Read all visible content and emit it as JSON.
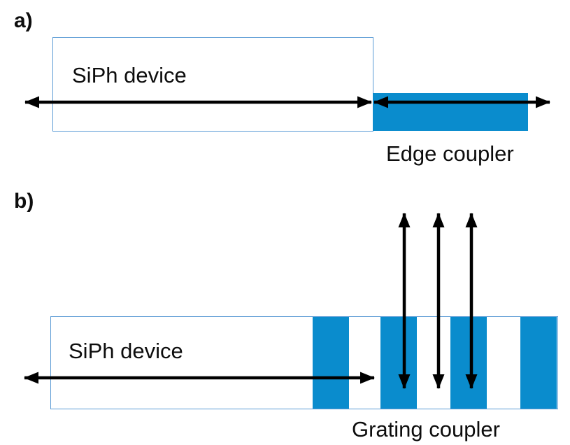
{
  "figure": {
    "panels": [
      {
        "id": "a",
        "label": "a)",
        "device_label": "SiPh device",
        "coupler_label": "Edge coupler",
        "coupling_direction": "in-plane (horizontal)"
      },
      {
        "id": "b",
        "label": "b)",
        "device_label": "SiPh device",
        "coupler_label": "Grating coupler",
        "coupling_direction": "out-of-plane (vertical)"
      }
    ],
    "colors": {
      "coupler_fill": "#0a8ccd",
      "device_outline": "#5b9bd5",
      "arrow": "#000000",
      "text": "#0d0d0d",
      "background": "#ffffff"
    }
  }
}
